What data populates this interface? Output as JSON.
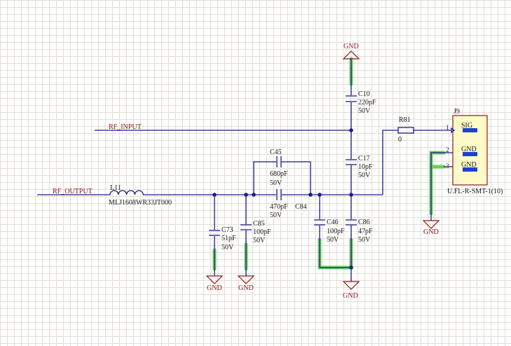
{
  "nets": {
    "rf_input": "RF_INPUT",
    "rf_output": "RF_OUTPUT",
    "gnd": "GND"
  },
  "components": {
    "C10": {
      "ref": "C10",
      "value": "220pF",
      "voltage": "50V"
    },
    "C17": {
      "ref": "C17",
      "value": "10pF",
      "voltage": "50V"
    },
    "C45": {
      "ref": "C45",
      "value": "680pF",
      "voltage": "50V"
    },
    "C84": {
      "ref": "C84",
      "value": "470pF",
      "voltage": "50V"
    },
    "C73": {
      "ref": "C73",
      "value": "51pF",
      "voltage": "50V"
    },
    "C85": {
      "ref": "C85",
      "value": "100pF",
      "voltage": "50V"
    },
    "C46": {
      "ref": "C46",
      "value": "100pF",
      "voltage": "50V"
    },
    "C86": {
      "ref": "C86",
      "value": "47pF",
      "voltage": "50V"
    },
    "L11": {
      "ref": "L11",
      "value": "MLJ1608WR33JT000"
    },
    "R81": {
      "ref": "R81",
      "value": "0"
    },
    "J9": {
      "ref": "J9",
      "part": "U.FL-R-SMT-1(10)",
      "pins": [
        {
          "num": "1",
          "name": "SIG"
        },
        {
          "num": "2",
          "name": "GND"
        },
        {
          "num": "3",
          "name": "GND"
        }
      ]
    }
  },
  "colors": {
    "wire": "#1c1c8c",
    "highlight": "#5ec84a",
    "net_label": "#8b1a1a",
    "connector_fill": "#fffbc8",
    "pin": "#1c3fd8",
    "grid": "#e2ddd4"
  }
}
